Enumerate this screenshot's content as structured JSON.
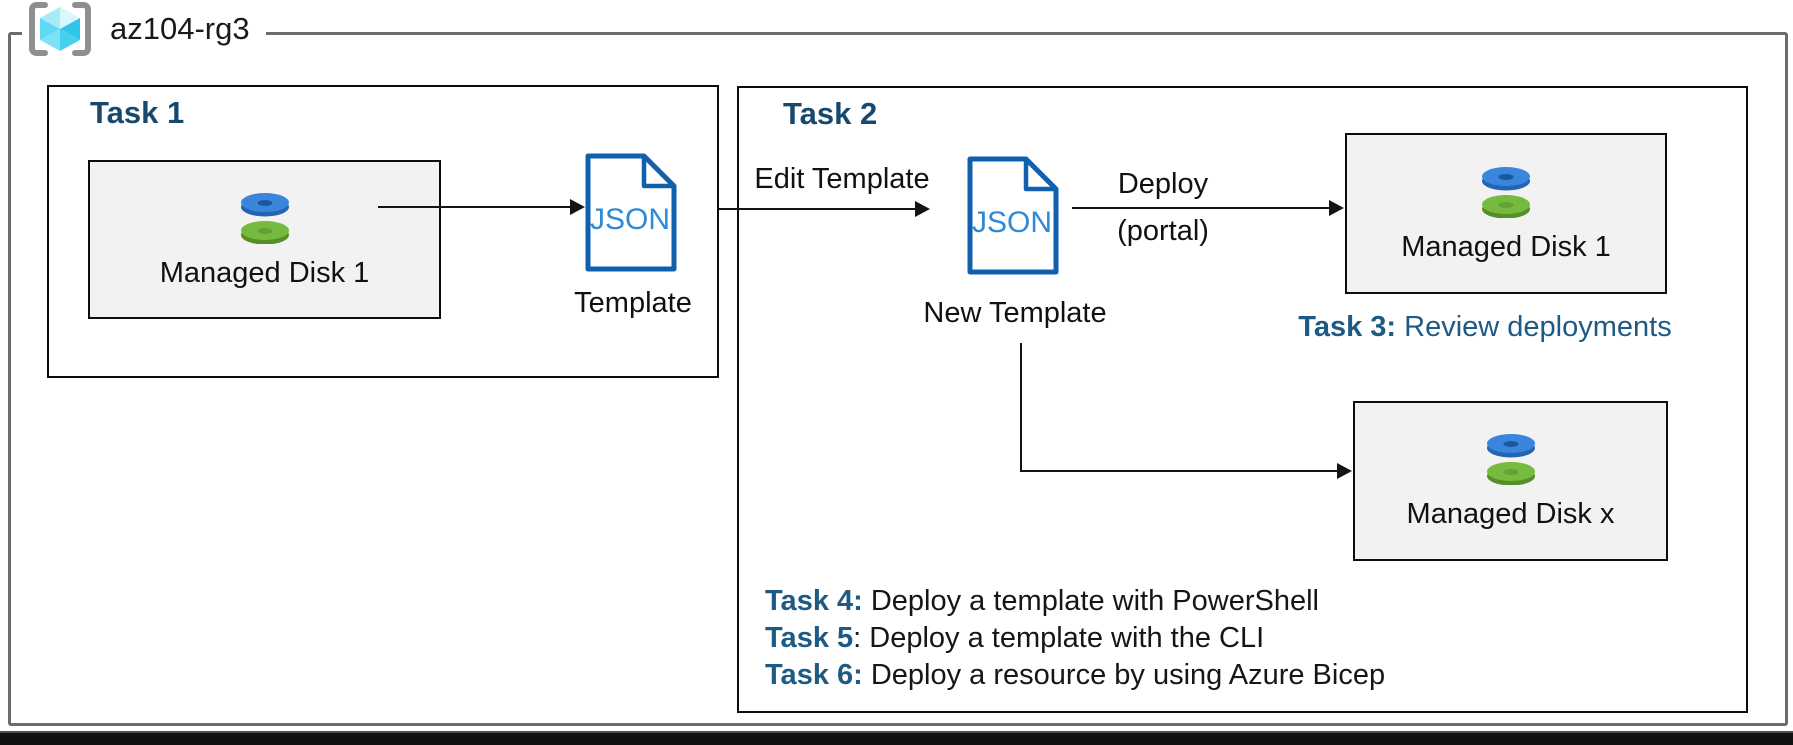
{
  "resource_group": {
    "name": "az104-rg3"
  },
  "colors": {
    "task_header_blue": "#17496f",
    "task_caption_blue": "#1d5b84",
    "json_icon_outline": "#1160ae",
    "json_icon_text": "#2e8ad6",
    "resource_box_fill": "#f2f2f2",
    "boundary_gray": "#6b6b6b",
    "disk_blue": "#3b86dd",
    "disk_green": "#76bb40"
  },
  "task1": {
    "title": "Task 1",
    "disk_box_label": "Managed Disk 1",
    "json_icon_text": "JSON",
    "template_label": "Template"
  },
  "task2": {
    "title": "Task 2",
    "edit_arrow_label": "Edit Template",
    "json_icon_text": "JSON",
    "new_template_label": "New Template",
    "deploy_arrow_label": "Deploy",
    "deploy_arrow_sublabel": "(portal)",
    "managed_disk_1_label": "Managed Disk 1",
    "managed_disk_x_label": "Managed Disk x",
    "task3": {
      "prefix": "Task 3:",
      "text": " Review deployments"
    },
    "task_list": [
      {
        "prefix": "Task 4:",
        "text": " Deploy a template with PowerShell"
      },
      {
        "prefix": "Task 5",
        "text": ": Deploy a template with the CLI"
      },
      {
        "prefix": "Task 6:",
        "text": " Deploy a resource by using Azure Bicep"
      }
    ]
  }
}
